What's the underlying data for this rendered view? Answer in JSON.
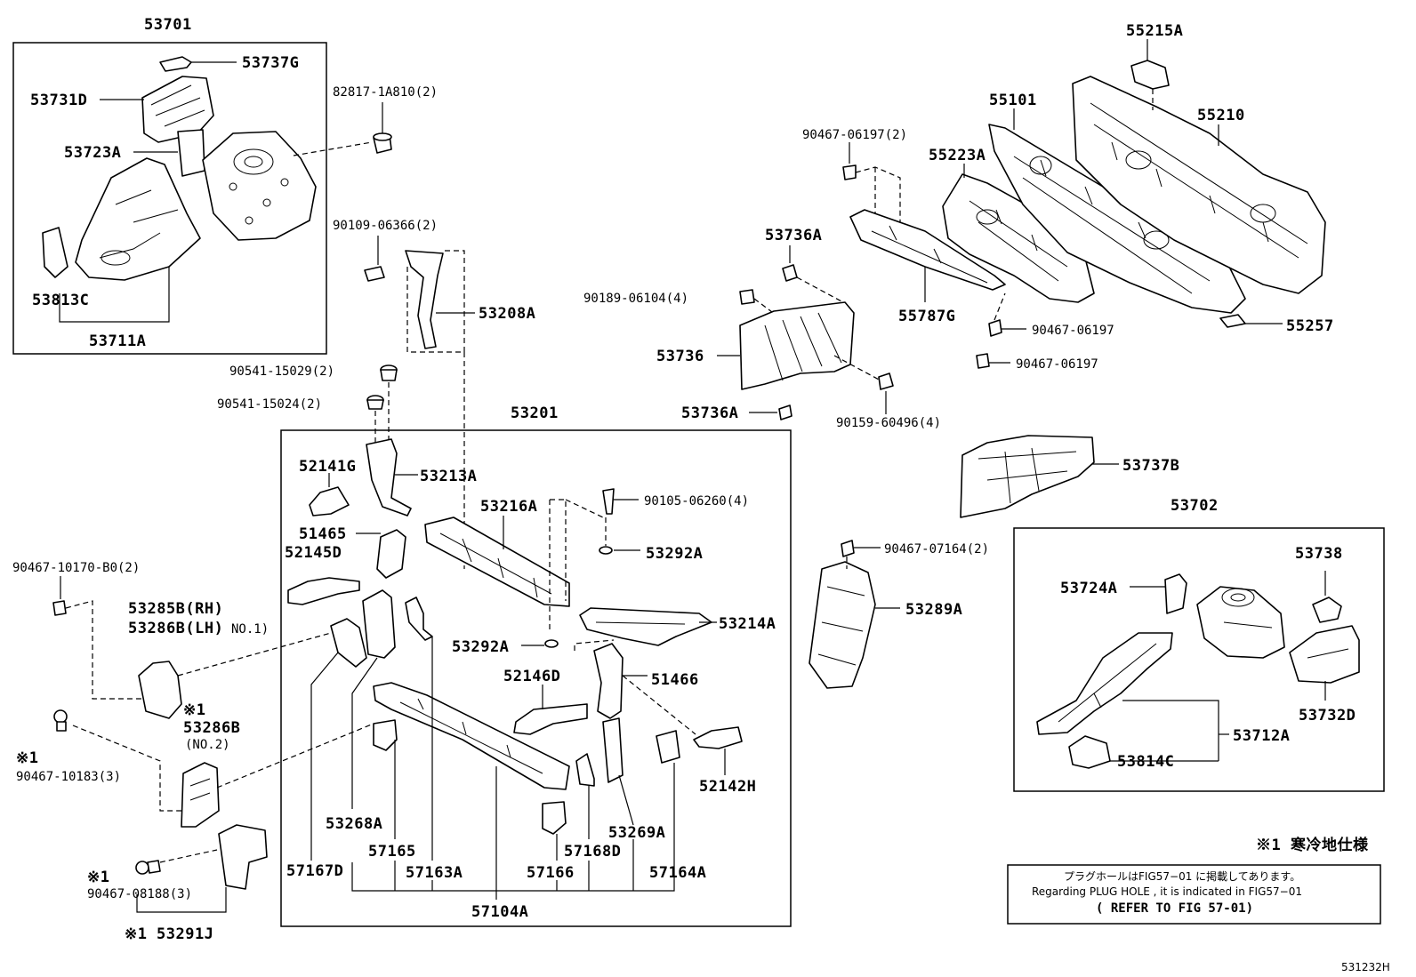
{
  "diagram_code": "531232H",
  "callouts": {
    "c53701": "53701",
    "c53737G": "53737G",
    "c53731D": "53731D",
    "c53723A": "53723A",
    "c53813C": "53813C",
    "c53711A": "53711A",
    "c82817": "82817-1A810(2)",
    "c90109": "90109-06366(2)",
    "c53208A": "53208A",
    "c90541_15029": "90541-15029(2)",
    "c90541_15024": "90541-15024(2)",
    "c53201": "53201",
    "c52141G": "52141G",
    "c53213A": "53213A",
    "c53216A": "53216A",
    "c90105": "90105-06260(4)",
    "c53292A_1": "53292A",
    "c51465": "51465",
    "c52145D": "52145D",
    "c53214A": "53214A",
    "c53292A_2": "53292A",
    "c52146D": "52146D",
    "c51466": "51466",
    "c52142H": "52142H",
    "c53268A": "53268A",
    "c57165": "57165",
    "c57167D": "57167D",
    "c57163A": "57163A",
    "c57166": "57166",
    "c57168D": "57168D",
    "c53269A": "53269A",
    "c57164A": "57164A",
    "c57104A": "57104A",
    "c90467_10170": "90467-10170-B0(2)",
    "c53285B": "53285B(RH)",
    "c53286B_LH": "53286B(LH)",
    "c53286B_no1": "NO.1)",
    "c53286B": "53286B",
    "c53286B_no2": "(NO.2)",
    "c90467_10183": "90467-10183(3)",
    "c90467_08188": "90467-08188(3)",
    "c53291J": "53291J",
    "c55215A": "55215A",
    "c55101": "55101",
    "c55210": "55210",
    "c90467_06197_2": "90467-06197(2)",
    "c55223A": "55223A",
    "c53736A_1": "53736A",
    "c90189": "90189-06104(4)",
    "c55787G": "55787G",
    "c90467_06197_a": "90467-06197",
    "c90467_06197_b": "90467-06197",
    "c55257": "55257",
    "c53736": "53736",
    "c53736A_2": "53736A",
    "c90159": "90159-60496(4)",
    "c53737B": "53737B",
    "c53702": "53702",
    "c90467_07164": "90467-07164(2)",
    "c53289A": "53289A",
    "c53738": "53738",
    "c53724A": "53724A",
    "c53732D": "53732D",
    "c53712A": "53712A",
    "c53814C": "53814C"
  },
  "markers": {
    "note_mark": "※1",
    "note_mark_2": "※1",
    "note_mark_3": "※1",
    "note_mark_4": "※1"
  },
  "legend": {
    "cold_region": "※1 寒冷地仕様"
  },
  "notice": {
    "line_jp": "プラグホールはFIG57−01 に掲載してあります。",
    "line_en": "Regarding PLUG HOLE , it is indicated in FIG57−01",
    "line_ref": "( REFER TO FIG 57-01)"
  }
}
